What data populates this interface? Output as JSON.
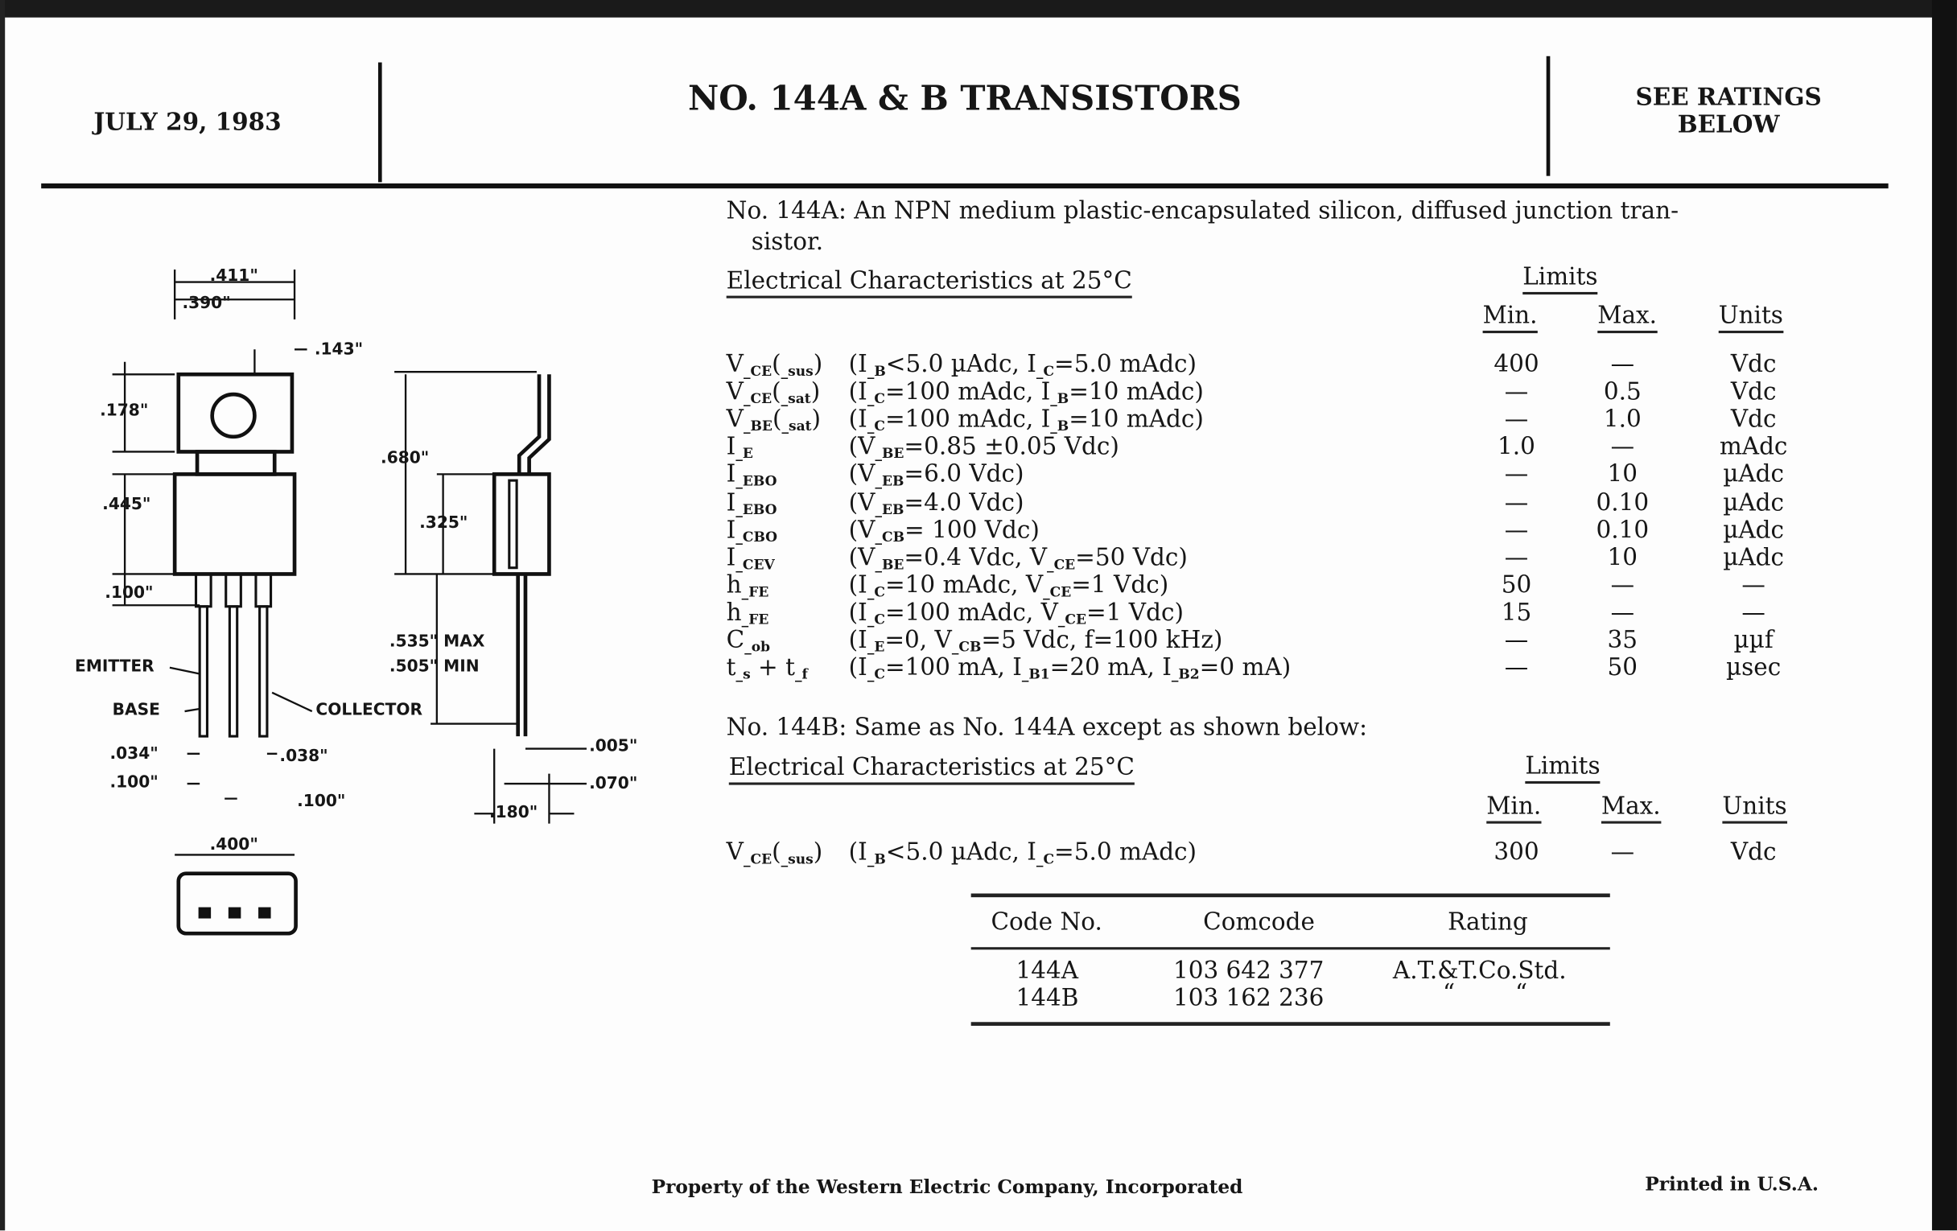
{
  "header": {
    "date": "JULY 29, 1983",
    "title": "NO. 144A & B TRANSISTORS",
    "ratings_line1": "SEE RATINGS",
    "ratings_line2": "BELOW"
  },
  "description_a": {
    "line1": "No. 144A: An NPN medium plastic-encapsulated silicon, diffused junction tran-",
    "line2": "sistor."
  },
  "section_title": "Electrical Characteristics at 25°C",
  "limits_label": "Limits",
  "col_min": "Min.",
  "col_max": "Max.",
  "col_units": "Units",
  "rows_a": [
    {
      "sym": [
        "V",
        "_CE",
        "(",
        "_sus",
        ")"
      ],
      "cond": [
        "(I",
        "_B",
        "<5.0 µAdc, I",
        "_C",
        "=5.0 mAdc)"
      ],
      "min": "400",
      "max": "—",
      "units": "Vdc"
    },
    {
      "sym": [
        "V",
        "_CE",
        "(",
        "_sat",
        ")"
      ],
      "cond": [
        "(I",
        "_C",
        "=100 mAdc, I",
        "_B",
        "=10 mAdc)"
      ],
      "min": "—",
      "max": "0.5",
      "units": "Vdc"
    },
    {
      "sym": [
        "V",
        "_BE",
        "(",
        "_sat",
        ")"
      ],
      "cond": [
        "(I",
        "_C",
        "=100 mAdc, I",
        "_B",
        "=10 mAdc)"
      ],
      "min": "—",
      "max": "1.0",
      "units": "Vdc"
    },
    {
      "sym": [
        "I",
        "_E"
      ],
      "cond": [
        "(V",
        "_BE",
        "=0.85 ±0.05 Vdc)"
      ],
      "min": "1.0",
      "max": "—",
      "units": "mAdc"
    },
    {
      "sym": [
        "I",
        "_EBO"
      ],
      "cond": [
        "(V",
        "_EB",
        "=6.0 Vdc)"
      ],
      "min": "—",
      "max": "10",
      "units": "µAdc"
    },
    {
      "sym": [
        "I",
        "_EBO"
      ],
      "cond": [
        "(V",
        "_EB",
        "=4.0 Vdc)"
      ],
      "min": "—",
      "max": "0.10",
      "units": "µAdc"
    },
    {
      "sym": [
        "I",
        "_CBO"
      ],
      "cond": [
        "(V",
        "_CB",
        "= 100 Vdc)"
      ],
      "min": "—",
      "max": "0.10",
      "units": "µAdc"
    },
    {
      "sym": [
        "I",
        "_CEV"
      ],
      "cond": [
        "(V",
        "_BE",
        "=0.4 Vdc, V",
        "_CE",
        "=50 Vdc)"
      ],
      "min": "—",
      "max": "10",
      "units": "µAdc"
    },
    {
      "sym": [
        "h",
        "_FE"
      ],
      "cond": [
        "(I",
        "_C",
        "=10 mAdc, V",
        "_CE",
        "=1 Vdc)"
      ],
      "min": "50",
      "max": "—",
      "units": "—"
    },
    {
      "sym": [
        "h",
        "_FE"
      ],
      "cond": [
        "(I",
        "_C",
        "=100 mAdc, V",
        "_CE",
        "=1 Vdc)"
      ],
      "min": "15",
      "max": "—",
      "units": "—"
    },
    {
      "sym": [
        "C",
        "_ob"
      ],
      "cond": [
        "(I",
        "_E",
        "=0, V",
        "_CB",
        "=5 Vdc, f=100 kHz)"
      ],
      "min": "—",
      "max": "35",
      "units": "µµf"
    },
    {
      "sym": [
        "t",
        "_s",
        " + t",
        "_f"
      ],
      "cond": [
        "(I",
        "_C",
        "=100 mA, I",
        "_B1",
        "=20 mA, I",
        "_B2",
        "=0 mA)"
      ],
      "min": "—",
      "max": "50",
      "units": "µsec"
    }
  ],
  "description_b": "No. 144B: Same as No. 144A except as shown below:",
  "rows_b": [
    {
      "sym": [
        "V",
        "_CE",
        "(",
        "_sus",
        ")"
      ],
      "cond": [
        "(I",
        "_B",
        "<5.0 µAdc, I",
        "_C",
        "=5.0 mAdc)"
      ],
      "min": "300",
      "max": "—",
      "units": "Vdc"
    }
  ],
  "code_table": {
    "headers": [
      "Code No.",
      "Comcode",
      "Rating"
    ],
    "rows": [
      [
        "144A",
        "103 642 377",
        "A.T.&T.Co.Std."
      ],
      [
        "144B",
        "103 162 236",
        "“        “"
      ]
    ]
  },
  "drawing": {
    "dims": [
      ".411\"",
      ".390\"",
      ".143\"",
      ".178\"",
      ".445\"",
      ".100\"",
      ".034\"",
      ".100\"",
      ".038\"",
      ".100\"",
      ".400\"",
      ".680\"",
      ".325\"",
      ".535\" MAX",
      ".505\" MIN",
      ".005\"",
      ".070\"",
      ".180\""
    ],
    "pins": {
      "emitter": "EMITTER",
      "base": "BASE",
      "collector": "COLLECTOR"
    }
  },
  "footer": {
    "property": "Property of the Western Electric Company, Incorporated",
    "printed": "Printed in U.S.A."
  }
}
